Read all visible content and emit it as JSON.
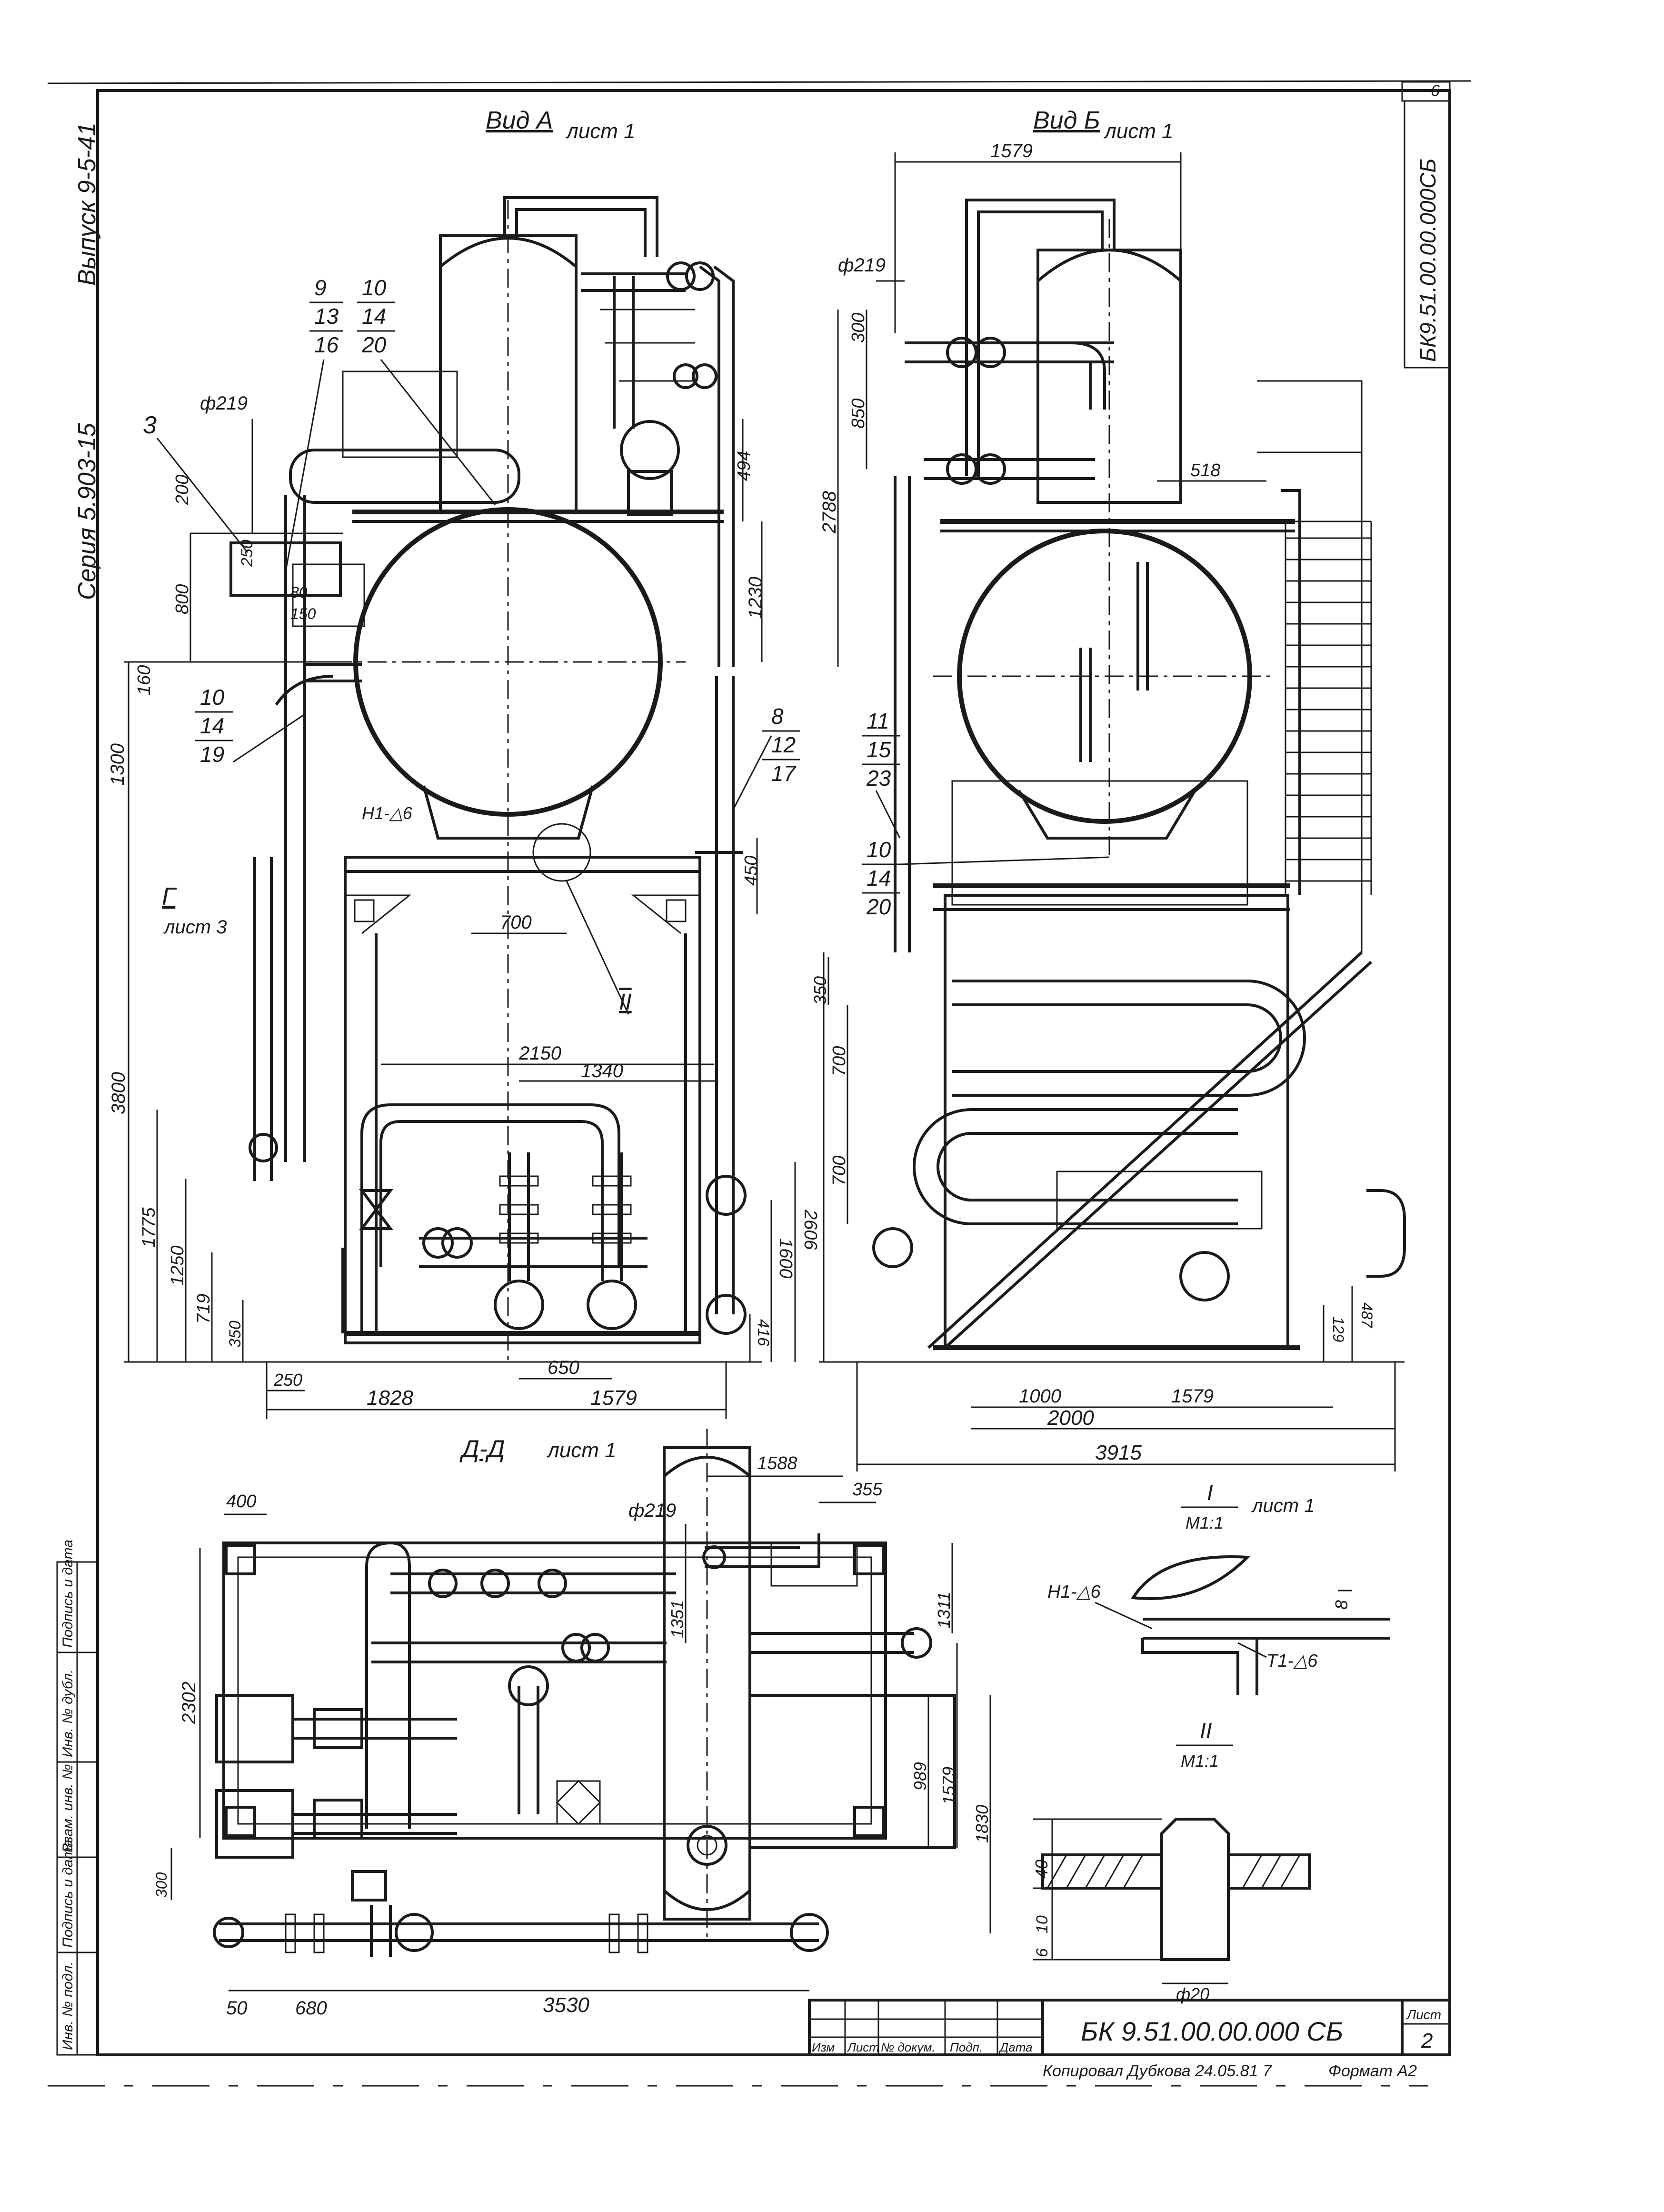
{
  "sheet": {
    "corner_number": "6",
    "vertical_code": "БК9.51.00.00.000СБ",
    "series": "Серия 5.903-15",
    "issue": "Выпуск 9-5-41",
    "sheet_label": "Лист",
    "sheet_number": "2",
    "doc_code": "БК 9.51.00.00.000 СБ",
    "copied": "Копировал Дубкова 24.05.81 7",
    "format": "Формат А2"
  },
  "title_block": {
    "cols": [
      "Изм",
      "Лист",
      "№ докум.",
      "Подп.",
      "Дата"
    ]
  },
  "side_stamp": [
    "Инв. № подл.",
    "Подпись и дата",
    "Взам. инв. №",
    "Инв. № дубл.",
    "Подпись и дата"
  ],
  "views": {
    "view_a": {
      "title": "Вид А",
      "sheet": "лист 1"
    },
    "view_b": {
      "title": "Вид Б",
      "sheet": "лист 1"
    },
    "section_dd": {
      "title": "Д-Д",
      "sheet": "лист 1"
    },
    "detail_1": {
      "title": "I",
      "sub": "М1:1",
      "sheet": "лист 1"
    },
    "detail_2": {
      "title": "II",
      "sub": "М1:1"
    },
    "view_g": {
      "title": "Г",
      "sheet": "лист 3"
    }
  },
  "view_a_callouts": {
    "c9": [
      "9",
      "13",
      "16"
    ],
    "c10a": [
      "10",
      "14",
      "20"
    ],
    "c3": "3",
    "c10b": [
      "10",
      "14",
      "19"
    ],
    "c8": [
      "8",
      "12",
      "17"
    ],
    "weld": "Н1-△6",
    "ref2": "II"
  },
  "view_b_callouts": {
    "c11": [
      "11",
      "15",
      "23"
    ],
    "c10": [
      "10",
      "14",
      "20"
    ]
  },
  "dims_a": {
    "d219": "ф219",
    "d200": "200",
    "d250": "250",
    "d80": "80",
    "d150": "150",
    "d800": "800",
    "d160": "160",
    "d1300": "1300",
    "d494": "494",
    "d1230": "1230",
    "d450": "450",
    "d700": "700",
    "d2150": "2150",
    "d1340": "1340",
    "d3800": "3800",
    "d1775": "1775",
    "d1250": "1250",
    "d719": "719",
    "d350": "350",
    "d2606": "2606",
    "d1600": "1600",
    "d416": "416",
    "d250b": "250",
    "d650": "650",
    "d1828": "1828",
    "d1579": "1579"
  },
  "dims_b": {
    "d1579": "1579",
    "d219": "ф219",
    "d300": "300",
    "d850": "850",
    "d2788": "2788",
    "d518": "518",
    "d350": "350",
    "d700a": "700",
    "d700b": "700",
    "d1000": "1000",
    "d1579b": "1579",
    "d2000": "2000",
    "d3915": "3915",
    "d129": "129",
    "d487": "487"
  },
  "dims_dd": {
    "d400": "400",
    "d1588": "1588",
    "d355": "355",
    "d219": "ф219",
    "d1351": "1351",
    "d1311": "1311",
    "d2302": "2302",
    "d989": "989",
    "d1579": "1579",
    "d1830": "1830",
    "d300": "300",
    "d50": "50",
    "d680": "680",
    "d3530": "3530"
  },
  "dims_details": {
    "weld1": "Н1-△6",
    "weld2": "Т1-△6",
    "d8": "8",
    "d40": "40",
    "d10": "10",
    "d6": "6",
    "d20": "ф20"
  }
}
